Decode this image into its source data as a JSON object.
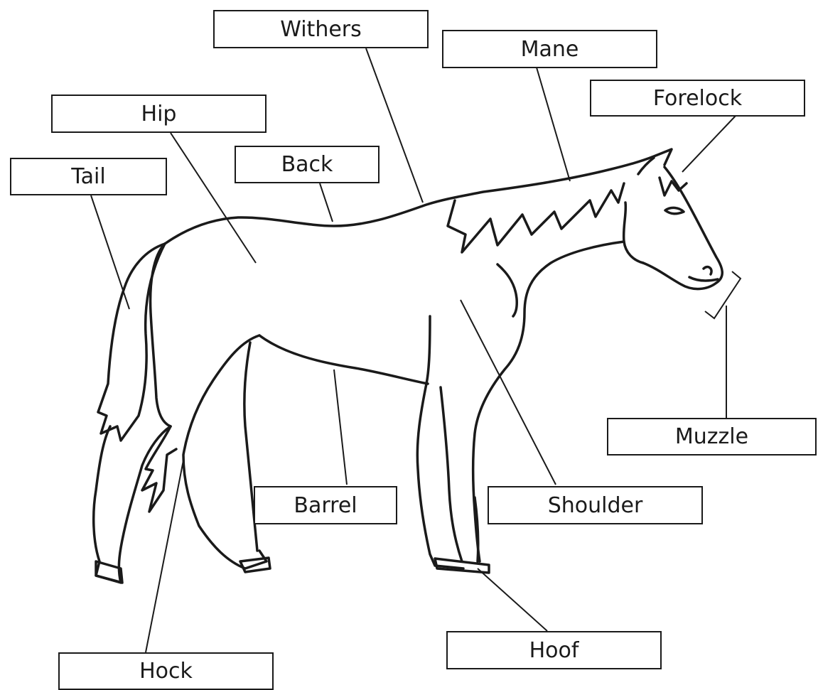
{
  "diagram": {
    "labels": {
      "withers": "Withers",
      "mane": "Mane",
      "forelock": "Forelock",
      "hip": "Hip",
      "back": "Back",
      "tail": "Tail",
      "muzzle": "Muzzle",
      "barrel": "Barrel",
      "shoulder": "Shoulder",
      "hoof": "Hoof",
      "hock": "Hock"
    }
  }
}
